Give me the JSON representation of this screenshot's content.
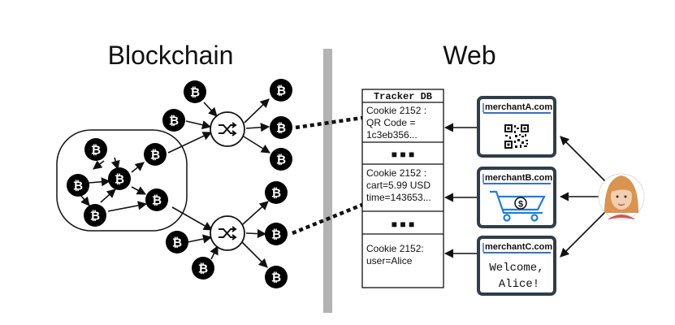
{
  "headings": {
    "left": "Blockchain",
    "right": "Web"
  },
  "icons": {
    "coin": "bitcoin-icon",
    "mixer": "shuffle-icon",
    "qr": "qr-code-icon",
    "cart": "shopping-cart-icon",
    "user": "user-avatar-icon"
  },
  "coin_symbol": "₿",
  "tracker_db": {
    "title": "Tracker DB",
    "entries": [
      {
        "lines": [
          "Cookie 2152 :",
          "QR Code =",
          "1c3eb356..."
        ]
      },
      {
        "lines": [
          "Cookie 2152 :",
          "cart=5.99 USD",
          "time=143653..."
        ]
      },
      {
        "lines": [
          "Cookie 2152:",
          "user=Alice"
        ]
      }
    ],
    "separator": "■ ■ ■"
  },
  "sites": [
    {
      "url": "merchantA.com",
      "content": "qr"
    },
    {
      "url": "merchantB.com",
      "content": "cart",
      "price_symbol": "$"
    },
    {
      "url": "merchantC.com",
      "content": "text",
      "lines": [
        "Welcome,",
        "Alice!"
      ]
    }
  ],
  "colors": {
    "accent": "#3b6fc4",
    "divider": "#b3b3b3",
    "box_border": "#2f3e48",
    "coin": "#000000"
  }
}
